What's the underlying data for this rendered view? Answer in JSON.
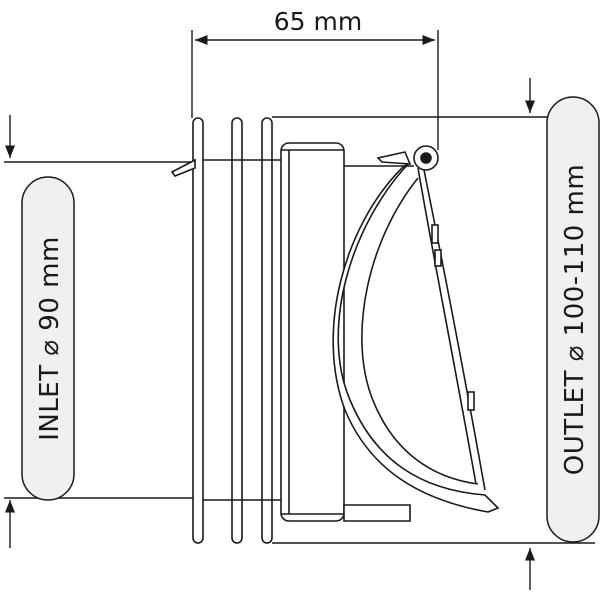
{
  "dimension": {
    "width_label": "65 mm"
  },
  "inlet": {
    "label": "INLET ⌀ 90 mm"
  },
  "outlet": {
    "label": "OUTLET ⌀ 100-110 mm"
  },
  "colors": {
    "stroke": "#1a1a1a",
    "pill_fill": "#f0f0f0",
    "background": "#ffffff"
  }
}
